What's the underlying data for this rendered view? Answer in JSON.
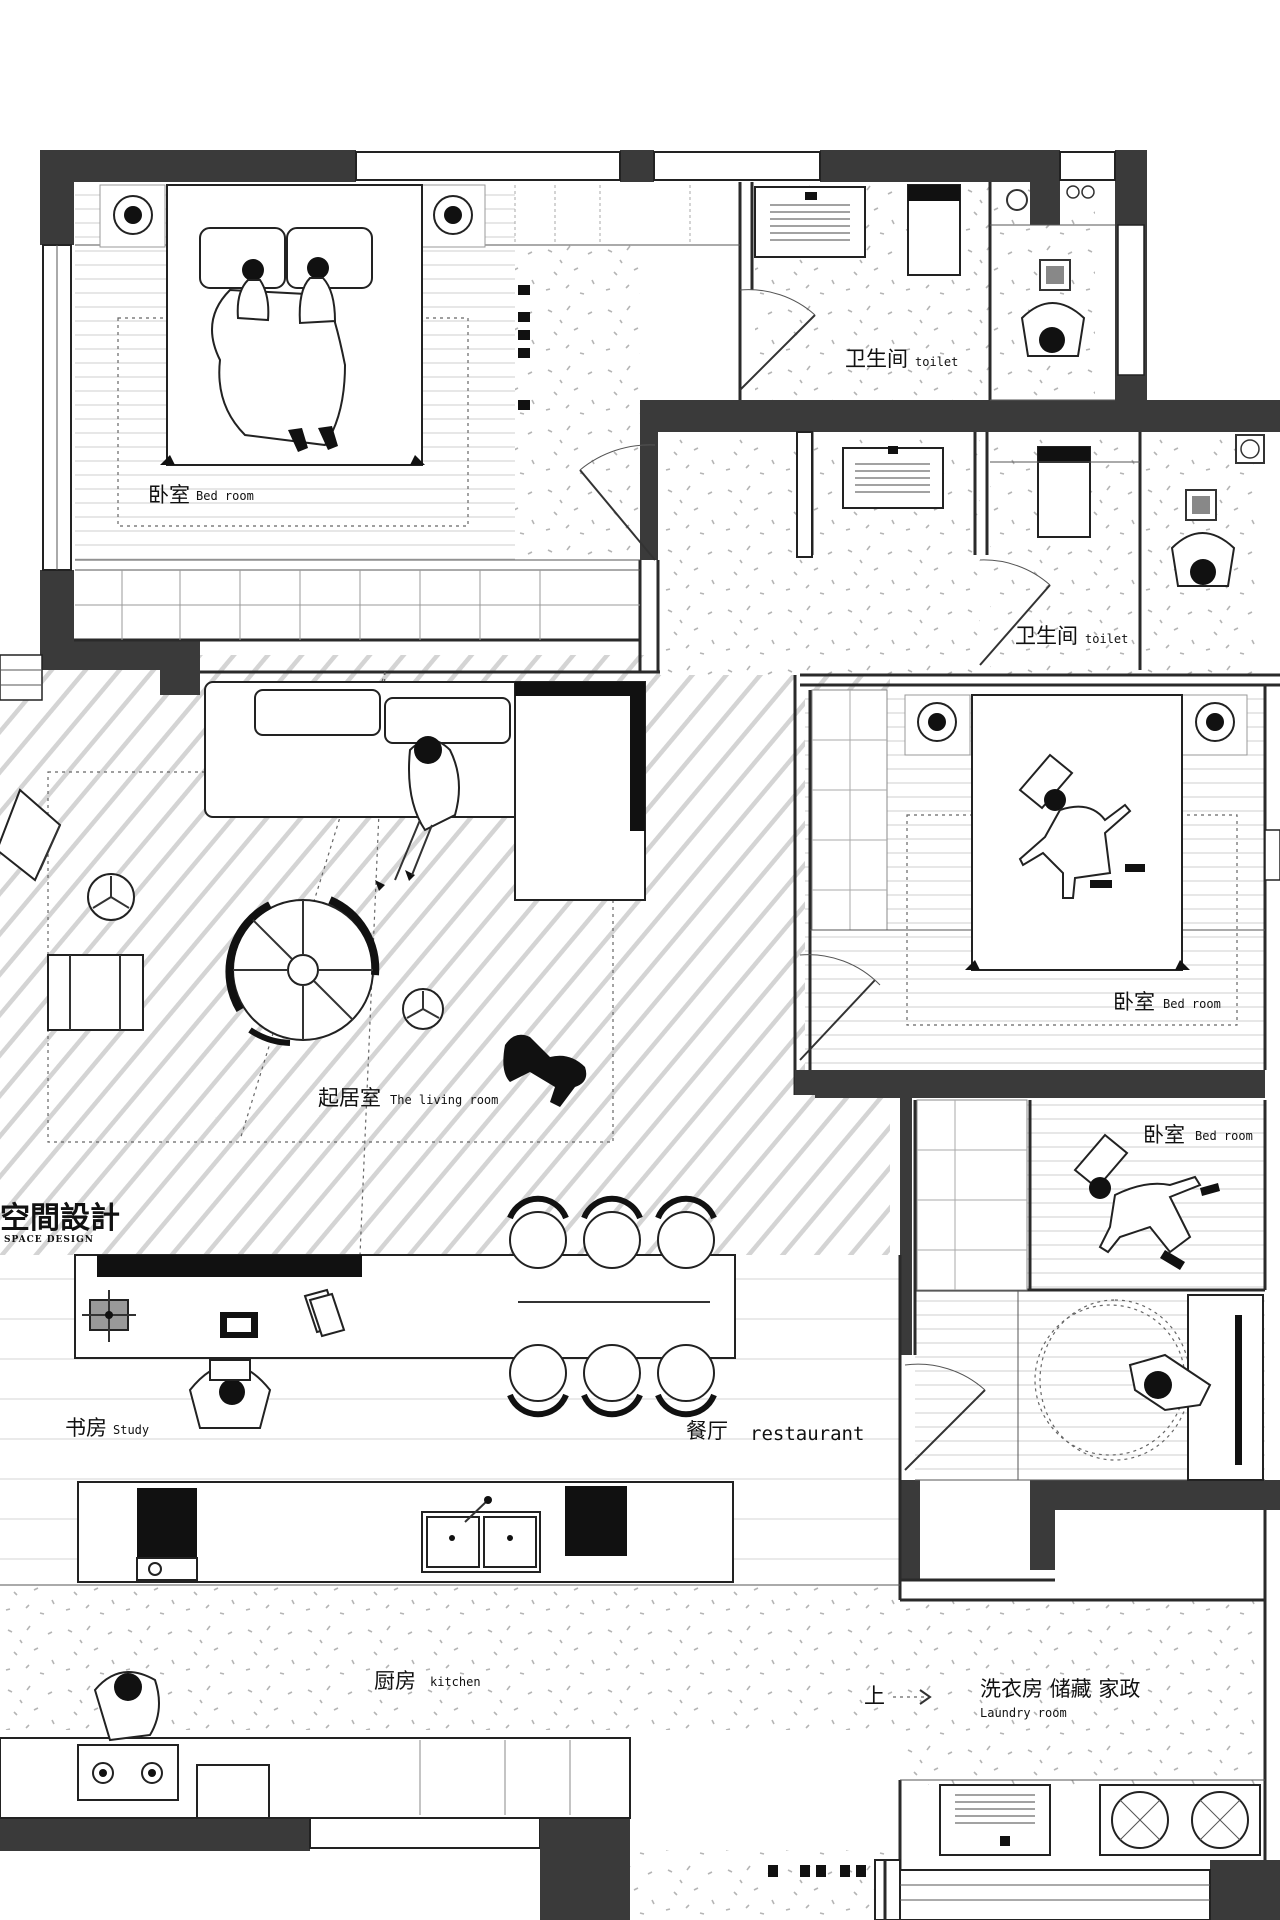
{
  "labels": {
    "bedroom_master_zh": "卧室",
    "bedroom_master_en": "Bed room",
    "toilet1_zh": "卫生间",
    "toilet1_en": "toilet",
    "toilet2_zh": "卫生间",
    "toilet2_en": "toilet",
    "bedroom2_zh": "卧室",
    "bedroom2_en": "Bed room",
    "bedroom3_zh": "卧室",
    "bedroom3_en": "Bed room",
    "living_zh": "起居室",
    "living_en": "The living room",
    "study_zh": "书房",
    "study_en": "Study",
    "dining_zh": "餐厅",
    "dining_en": "restaurant",
    "kitchen_zh": "厨房",
    "kitchen_en": "kitchen",
    "laundry_zh": "洗衣房 储藏 家政",
    "laundry_en": "Laundry room",
    "stairs_up": "上"
  },
  "logo": {
    "main": "空間設計",
    "sub": "SPACE DESIGN"
  },
  "colors": {
    "wall": "#3a3a3a",
    "ink": "#111111",
    "background": "#ffffff"
  }
}
